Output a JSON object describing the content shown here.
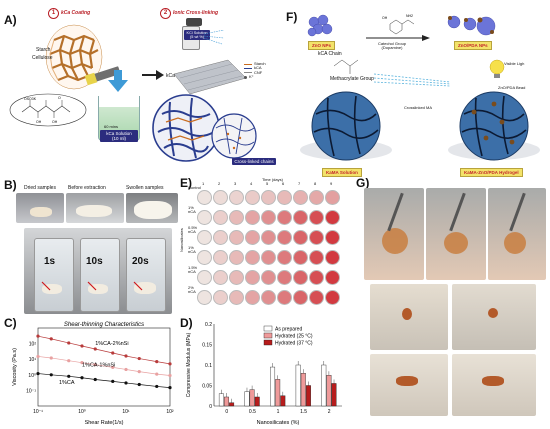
{
  "panels": {
    "A": {
      "letter": "A)",
      "step1": "1",
      "step1_title": "kCa Coating",
      "step2": "2",
      "step2_title": "Ionic Cross-linking",
      "starch": "Starch",
      "cellulose": "Cellulose",
      "time": "60 mins",
      "kca_solution": "kCa Solution\n(10 ml)",
      "kcl_solution": "KCl Solution\n(5 wt %)",
      "kca": "kCa",
      "legend": [
        "Starch",
        "kCA",
        "CNF",
        "K⁺"
      ],
      "crosslinked": "Cross-linked chains"
    },
    "B": {
      "letter": "B)",
      "labels": [
        "Dried samples",
        "Before extraction",
        "Swollen samples"
      ],
      "times": [
        "1s",
        "10s",
        "20s"
      ]
    },
    "C": {
      "letter": "C)",
      "title": "Shear-thinning Characteristics",
      "xlabel": "Shear Rate(1/s)",
      "ylabel": "Viscosity (Pa.s)",
      "series_labels": [
        "1%CA-2%nSi",
        "1%CA-1%nSi",
        "1%CA"
      ]
    },
    "D": {
      "letter": "D)",
      "xlabel": "Nanosilicates (%)",
      "ylabel": "Compressive Modulus (MPa)",
      "legend": [
        "As prepared",
        "Hydrated (25 °C)",
        "Hydrated (37 °C)"
      ]
    },
    "E": {
      "letter": "E)",
      "col_header": "Time (days)",
      "row_header": "Nanosilicates",
      "row_labels": [
        "Control",
        "1% nCA",
        "0.5% nCA",
        "1% nCA",
        "1.5% nCA",
        "2% nCA"
      ]
    },
    "F": {
      "letter": "F)",
      "zno": "ZnO NPs",
      "catechol": "Catechol Group\n(Dopamine)",
      "zno_pda": "ZnO/PDA NPs",
      "kca_chain": "kCA Chain",
      "methacrylate": "Methacrylate Group",
      "visible_light": "Visible Ligh",
      "zno_bead": "ZnO/PDA Bead",
      "crosslinked_ma": "Crosslinked MA",
      "kama_solution": "KaMA Solution",
      "kama_hydrogel": "KaMA-ZnO/PDA Hydrogel"
    },
    "G": {
      "letter": "G)"
    }
  },
  "chart_data": [
    {
      "type": "line",
      "title": "Shear-thinning Characteristics",
      "xlabel": "Shear Rate(1/s)",
      "ylabel": "Viscosity (Pa.s)",
      "xscale": "log",
      "yscale": "log",
      "xlim": [
        0.1,
        100
      ],
      "ylim": [
        0.01,
        1000
      ],
      "xticks": [
        "10⁻¹",
        "10⁰",
        "10¹",
        "10²"
      ],
      "yticks": [
        "10⁻¹",
        "10⁰",
        "10¹",
        "10²"
      ],
      "series": [
        {
          "name": "1%CA-2%nSi",
          "color": "#b83b3b",
          "x": [
            0.1,
            0.2,
            0.5,
            1,
            2,
            5,
            10,
            20,
            50,
            100
          ],
          "y": [
            300,
            200,
            110,
            70,
            45,
            25,
            16,
            11,
            7,
            5
          ]
        },
        {
          "name": "1%CA-1%nSi",
          "color": "#e8a1a1",
          "x": [
            0.1,
            0.2,
            0.5,
            1,
            2,
            5,
            10,
            20,
            50,
            100
          ],
          "y": [
            15,
            12,
            8,
            6,
            4.5,
            3,
            2.2,
            1.6,
            1.1,
            0.9
          ]
        },
        {
          "name": "1%CA",
          "color": "#111111",
          "x": [
            0.1,
            0.2,
            0.5,
            1,
            2,
            5,
            10,
            20,
            50,
            100
          ],
          "y": [
            1.2,
            1.0,
            0.8,
            0.65,
            0.5,
            0.38,
            0.3,
            0.24,
            0.18,
            0.15
          ]
        }
      ]
    },
    {
      "type": "bar",
      "xlabel": "Nanosilicates (%)",
      "ylabel": "Compressive Modulus (MPa)",
      "categories": [
        "0",
        "0.5",
        "1",
        "1.5",
        "2"
      ],
      "ylim": [
        0,
        0.2
      ],
      "yticks": [
        "0",
        "0.05",
        "0.1",
        "0.15",
        "0.2"
      ],
      "series": [
        {
          "name": "As prepared",
          "color": "#ffffff",
          "values": [
            0.03,
            0.035,
            0.095,
            0.1,
            0.1
          ]
        },
        {
          "name": "Hydrated (25 °C)",
          "color": "#ef9a9a",
          "values": [
            0.022,
            0.04,
            0.065,
            0.08,
            0.075
          ]
        },
        {
          "name": "Hydrated (37 °C)",
          "color": "#b71c1c",
          "values": [
            0.008,
            0.022,
            0.025,
            0.05,
            0.055
          ]
        }
      ]
    }
  ]
}
